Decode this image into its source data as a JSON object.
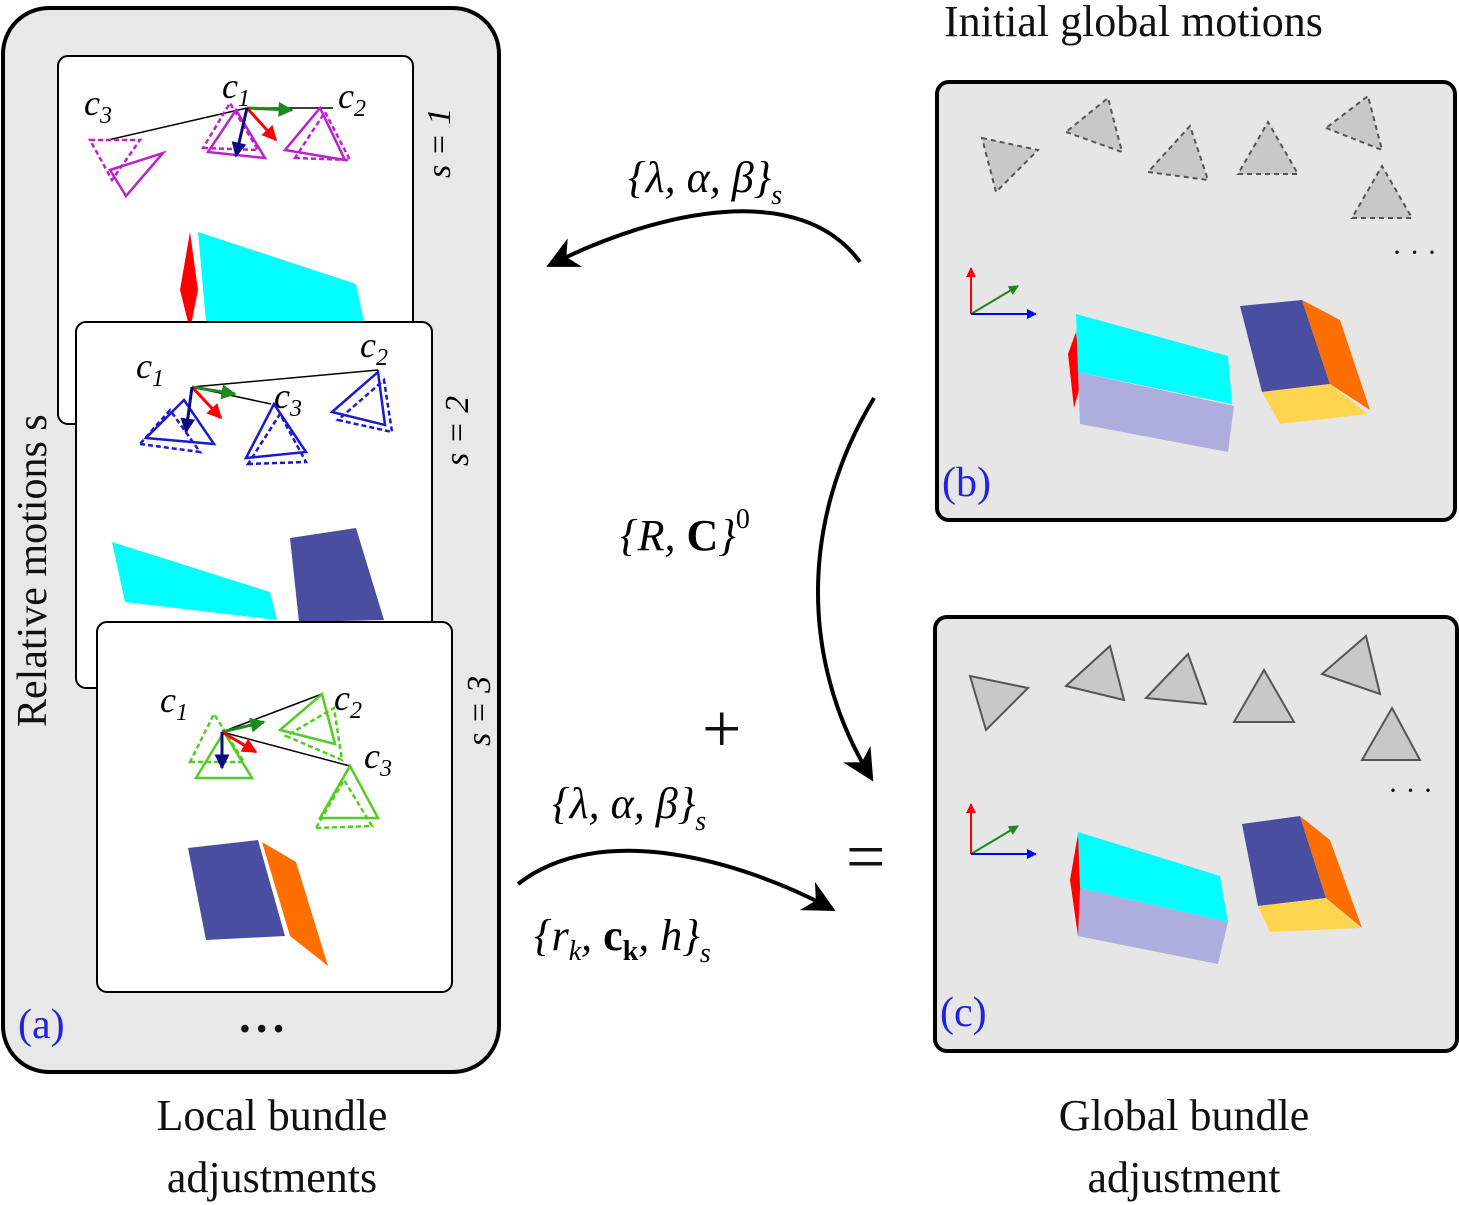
{
  "captions": {
    "local_line1": "Local bundle",
    "local_line2": "adjustments",
    "global_line1": "Global bundle",
    "global_line2": "adjustment",
    "initial": "Initial global motions",
    "relative": "Relative motions s"
  },
  "panel_labels": {
    "a": "(a)",
    "b": "(b)",
    "c": "(c)"
  },
  "scales": {
    "s1": "s = 1",
    "s2": "s = 2",
    "s3": "s = 3"
  },
  "cameras": {
    "s1": [
      "c3",
      "c1",
      "c2"
    ],
    "s2": [
      "c1",
      "c2",
      "c3"
    ],
    "s3": [
      "c1",
      "c2",
      "c3"
    ]
  },
  "equations": {
    "top": "{λ, α, β}s",
    "middle": "{R, C}0",
    "bottom_1": "{λ, α, β}s",
    "bottom_2": "{rk, ck, h}s",
    "plus": "+",
    "equals": "="
  },
  "ellipsis": {
    "a": "• • •",
    "b": "· · ·",
    "c": "· · ·"
  },
  "colors": {
    "s1": "#bb22cc",
    "s2": "#1a1ad0",
    "s3": "#55cc22",
    "cyan": "#00ffff",
    "navy": "#4a4ea0",
    "orange": "#ff6f00",
    "red": "#ff0000",
    "yellow": "#ffd54f",
    "lavender": "#aeaede",
    "panel_bg": "#e6e6e6"
  }
}
